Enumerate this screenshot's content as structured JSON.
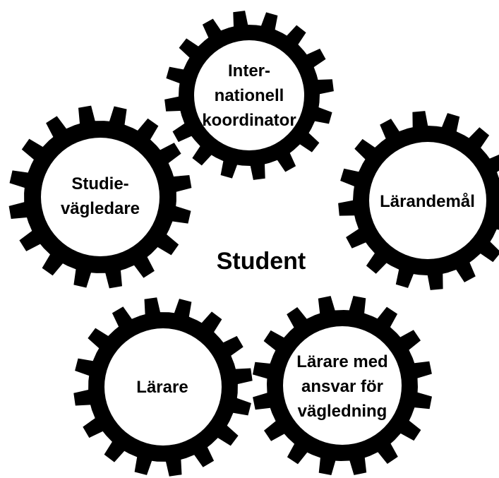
{
  "center_label": "Student",
  "gears": [
    {
      "id": "internationell-koordinator",
      "lines": [
        "Inter-",
        "nationell",
        "koordinator"
      ]
    },
    {
      "id": "studievagledare",
      "lines": [
        "Studie-",
        "vägledare"
      ]
    },
    {
      "id": "larandemal",
      "lines": [
        "Lärandemål"
      ]
    },
    {
      "id": "larare",
      "lines": [
        "Lärare"
      ]
    },
    {
      "id": "larare-med-ansvar",
      "lines": [
        "Lärare med",
        "ansvar för",
        "vägledning"
      ]
    }
  ],
  "colors": {
    "gear": "#000000",
    "gear_inner": "#ffffff",
    "text": "#000000"
  }
}
